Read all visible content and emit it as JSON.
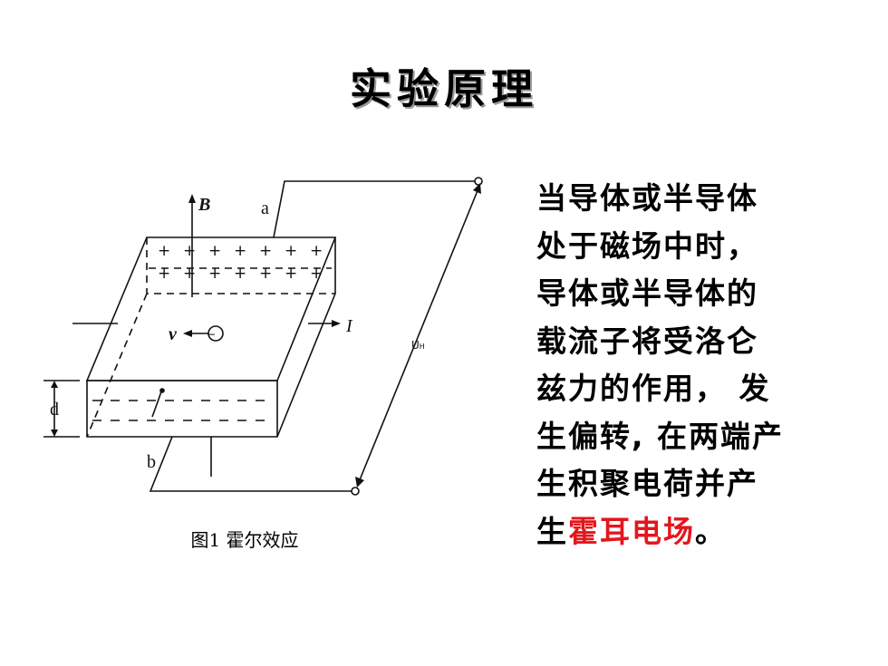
{
  "title": "实验原理",
  "figure": {
    "labels": {
      "B": "B",
      "a": "a",
      "b": "b",
      "d": "d",
      "v": "v",
      "I": "I",
      "UH": "U",
      "UH_sub": "H",
      "electron": "−"
    },
    "caption": "图1 霍尔效应"
  },
  "text": {
    "lines": [
      "当导体或半导体",
      "处于磁场中时，",
      "导体或半导体的",
      "载流子将受洛仑",
      "兹力的作用， 发",
      "生偏转, 在两端产",
      "生积聚电荷并产"
    ],
    "last_prefix": "生",
    "highlight": "霍耳电场",
    "last_suffix": "。",
    "highlight_color": "#e4161d"
  }
}
